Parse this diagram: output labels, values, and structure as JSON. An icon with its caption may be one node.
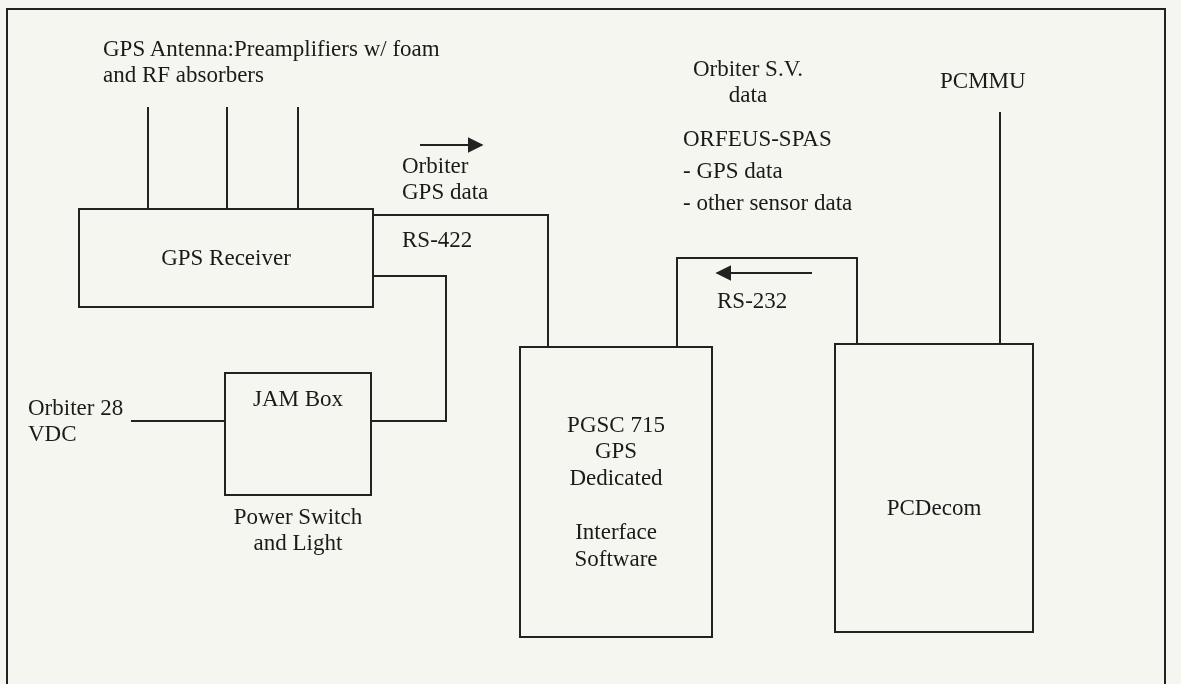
{
  "diagram": {
    "nodes": [
      {
        "text": [
          "GPS Antenna:Preamplifiers w/ foam and RF absorbers"
        ]
      },
      {
        "text": [
          "GPS Receiver"
        ]
      },
      {
        "text": [
          "Orbiter 28 VDC"
        ]
      },
      {
        "text": [
          "JAM Box"
        ],
        "beside": [
          "Power Switch and Light"
        ]
      },
      {
        "text": [
          "PGSC 715 GPS Dedicated",
          "Interface Software"
        ]
      },
      {
        "text": [
          "PCDecom"
        ]
      },
      {
        "text": [
          "PCMMU"
        ]
      }
    ],
    "edges": [
      {
        "from": 0,
        "to": 1,
        "arrow": "none"
      },
      {
        "from": 0,
        "to": 1,
        "arrow": "none"
      },
      {
        "from": 0,
        "to": 1,
        "arrow": "none"
      },
      {
        "from": 1,
        "to": 4,
        "arrow": "none"
      },
      {
        "from": 1,
        "to": 3,
        "arrow": "none"
      },
      {
        "from": 2,
        "to": 3,
        "arrow": "none"
      },
      {
        "from": 5,
        "to": 4,
        "arrow": "none"
      },
      {
        "from": 6,
        "to": 5,
        "arrow": "none"
      }
    ],
    "labels": [
      "Orbiter GPS data",
      "RS-422",
      "Orbiter S.V. data",
      "ORFEUS-SPAS",
      "- GPS data",
      "- other sensor data",
      "RS-232"
    ]
  }
}
